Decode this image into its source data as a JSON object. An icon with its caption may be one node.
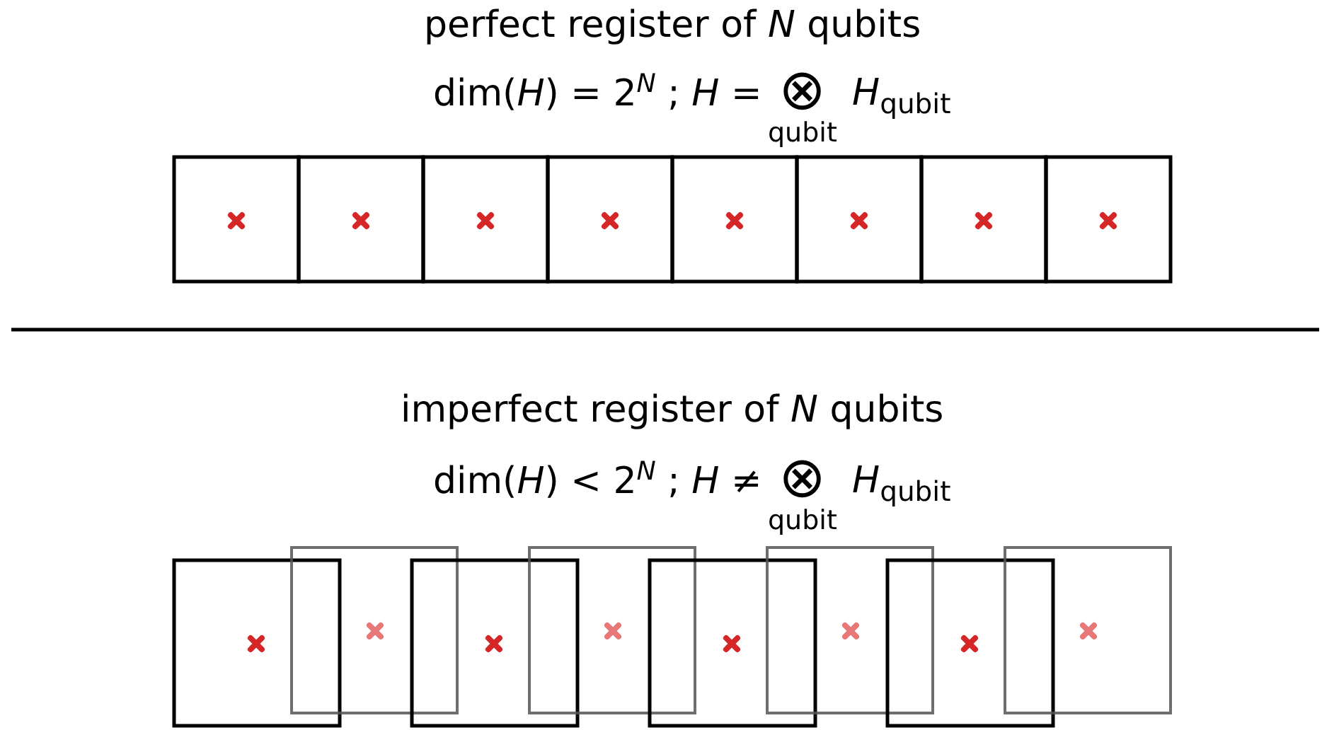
{
  "diagram": {
    "nodes": [
      {
        "text": [],
        "shape": "box"
      },
      {
        "text": [],
        "shape": "box"
      },
      {
        "text": [],
        "shape": "box"
      },
      {
        "text": [],
        "shape": "box"
      },
      {
        "text": [],
        "shape": "box"
      },
      {
        "text": [],
        "shape": "box"
      },
      {
        "text": [],
        "shape": "box"
      },
      {
        "text": [],
        "shape": "box"
      },
      {
        "text": [],
        "shape": "box"
      },
      {
        "text": [],
        "shape": "box"
      },
      {
        "text": [],
        "shape": "box"
      },
      {
        "text": [],
        "shape": "box"
      },
      {
        "text": [],
        "shape": "box"
      },
      {
        "text": [],
        "shape": "box"
      },
      {
        "text": [],
        "shape": "box"
      },
      {
        "text": [],
        "shape": "box"
      }
    ],
    "labels": [
      "perfect register of *N* qubits",
      "dim(*H*) = 2$^{N}$  ;  *H* =",
      "⊗",
      "*H*$_{qubit}$",
      "qubit",
      "imperfect register of *N* qubits",
      "dim(*H*) < 2$^{N}$  ;  *H* ≠",
      "⊗",
      "*H*$_{qubit}$",
      "qubit"
    ]
  }
}
